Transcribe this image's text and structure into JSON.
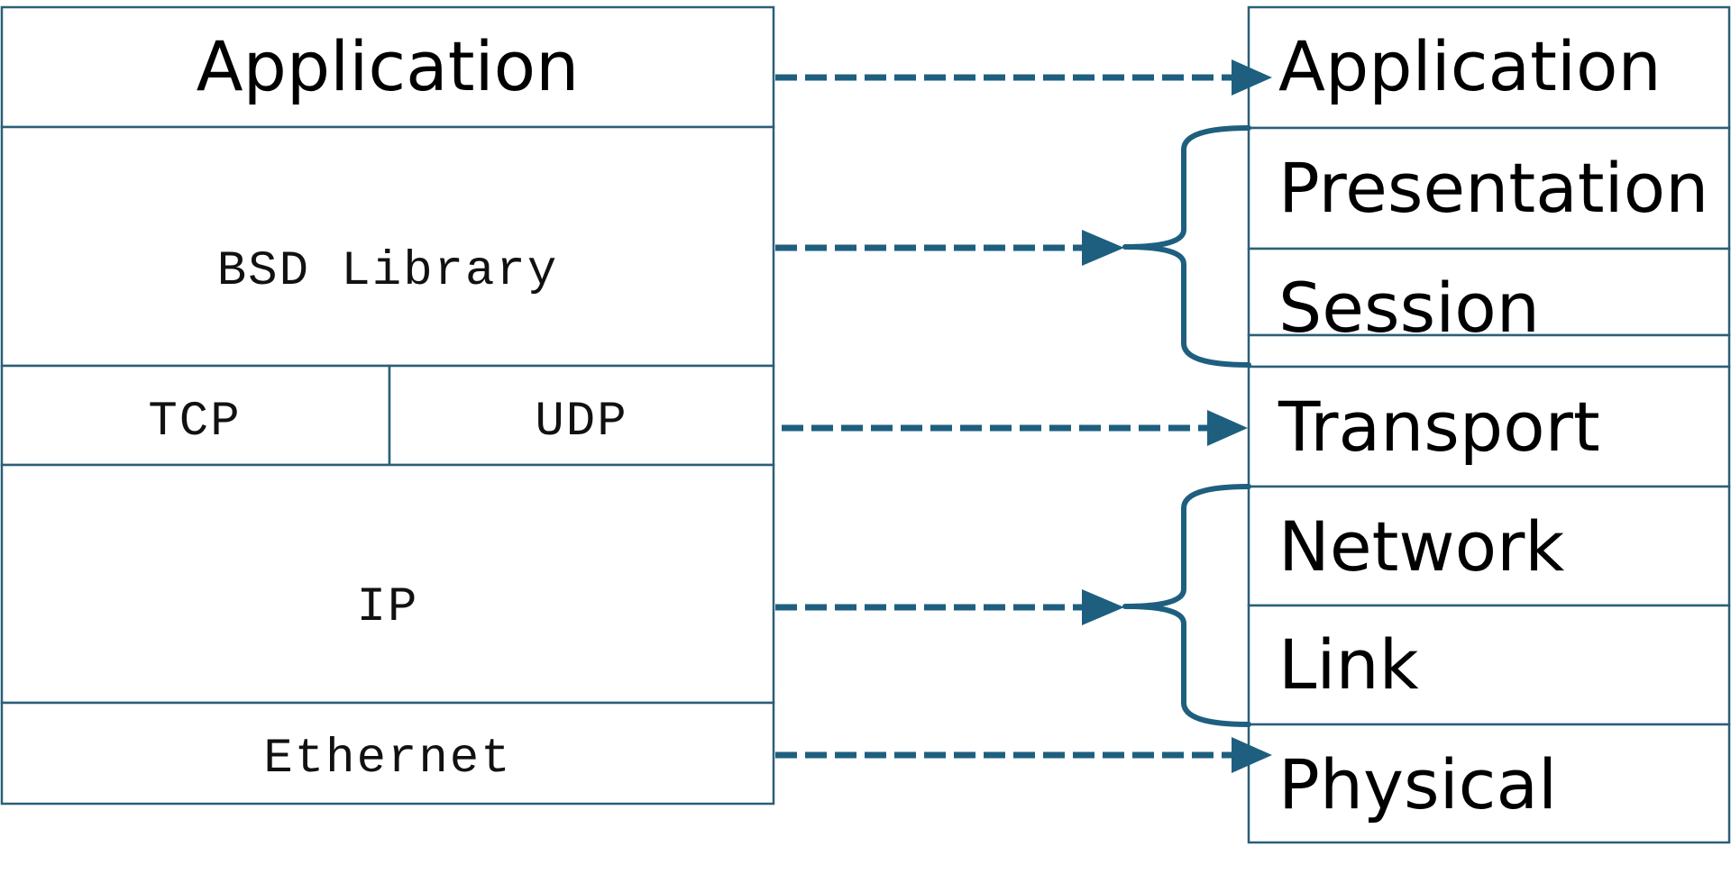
{
  "left_stack": {
    "application": "Application",
    "bsd_library": "BSD Library",
    "tcp": "TCP",
    "udp": "UDP",
    "ip": "IP",
    "ethernet": "Ethernet"
  },
  "right_stack": {
    "application": "Application",
    "presentation": "Presentation",
    "session": "Session",
    "transport": "Transport",
    "network": "Network",
    "link": "Link",
    "physical": "Physical"
  },
  "colors": {
    "box_border": "#2b5f78",
    "arrow": "#1e5f7f"
  }
}
